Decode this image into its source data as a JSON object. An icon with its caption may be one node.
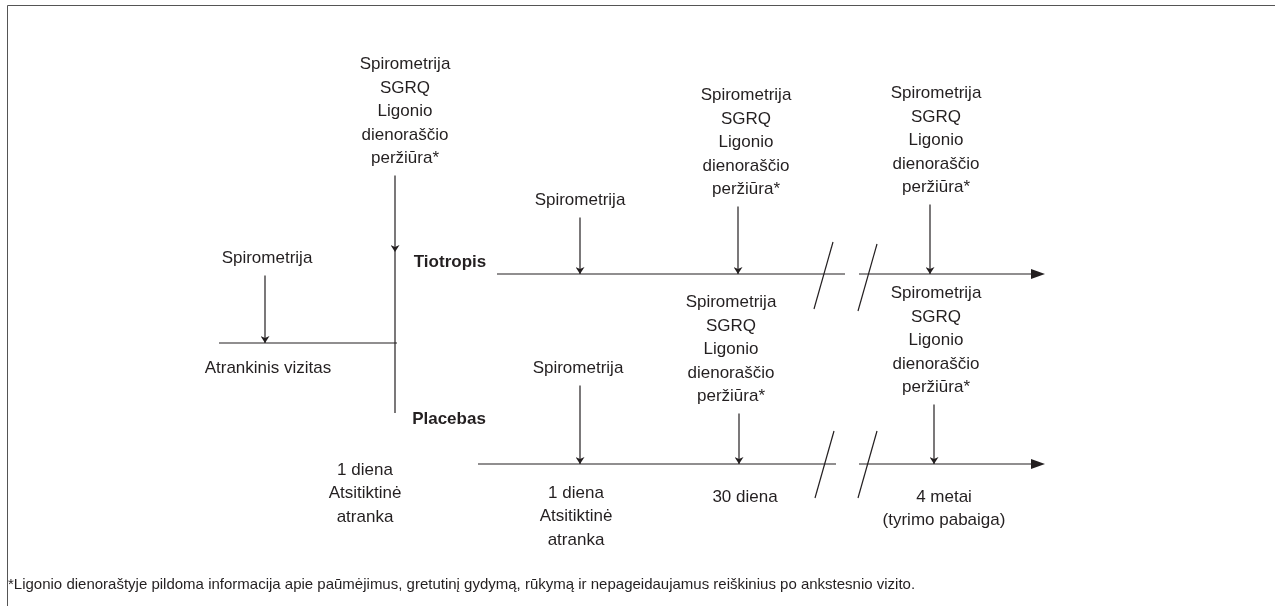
{
  "diagram": {
    "nodes": [
      {
        "text": [
          "Spirometrija",
          "SGRQ",
          "Ligonio dienoraščio peržiūra*"
        ]
      },
      {
        "text": [
          "Spirometrija"
        ]
      },
      {
        "text": [
          "Spirometrija"
        ]
      },
      {
        "text": [
          "Spirometrija",
          "SGRQ",
          "Ligonio dienoraščio peržiūra*"
        ]
      },
      {
        "text": [
          "Spirometrija",
          "SGRQ",
          "Ligonio dienoraščio peržiūra*"
        ]
      },
      {
        "text": [
          "Spirometrija"
        ]
      },
      {
        "text": [
          "Spirometrija",
          "SGRQ",
          "Ligonio dienoraščio peržiūra*"
        ]
      },
      {
        "text": [
          "Spirometrija",
          "SGRQ",
          "Ligonio dienoraščio peržiūra*"
        ]
      },
      {
        "text": [],
        "shape": "bar"
      },
      {
        "text": [],
        "shape": "bar"
      },
      {
        "text": [],
        "shape": "bar"
      },
      {
        "text": [],
        "shape": "bar"
      }
    ],
    "edges": [
      {
        "from": 0,
        "to": 11,
        "arrow": "to"
      },
      {
        "from": 1,
        "to": 9,
        "arrow": "to"
      },
      {
        "from": 2,
        "to": 8,
        "arrow": "to"
      },
      {
        "from": 3,
        "to": 8,
        "arrow": "to"
      },
      {
        "from": 4,
        "to": 8,
        "arrow": "to"
      },
      {
        "from": 5,
        "to": 10,
        "arrow": "to"
      },
      {
        "from": 6,
        "to": 10,
        "arrow": "to"
      },
      {
        "from": 7,
        "to": 10,
        "arrow": "to"
      }
    ],
    "labels": [
      "Tiotropis",
      "Atrankinis vizitas",
      "Placebas",
      "1 diena",
      "Atsitiktinė atranka",
      "1 diena",
      "Atsitiktinė atranka",
      "30 diena",
      "4 metai",
      "(tyrimo pabaiga)",
      "*Ligonio dienoraštyje pildoma informacija apie paūmėjimus, gretutinį gydymą, rūkymą ir nepageidaujamus reiškinius po ankstesnio vizito."
    ]
  }
}
